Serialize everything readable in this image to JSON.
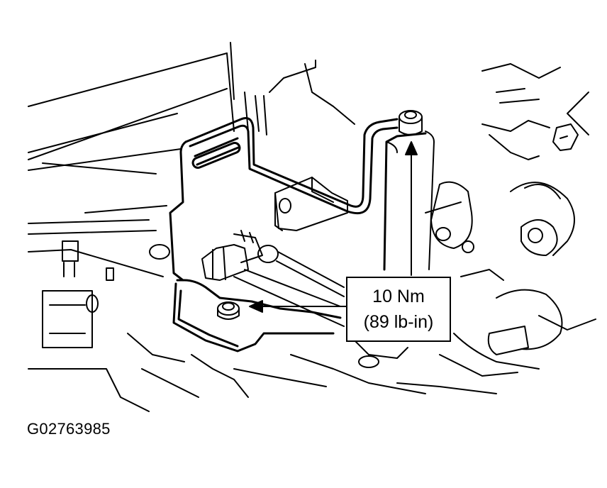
{
  "callout": {
    "metric": "10 Nm",
    "imperial": "(89 lb-in)"
  },
  "figure_code": "G02763985",
  "colors": {
    "line": "#000000",
    "background": "#ffffff"
  }
}
